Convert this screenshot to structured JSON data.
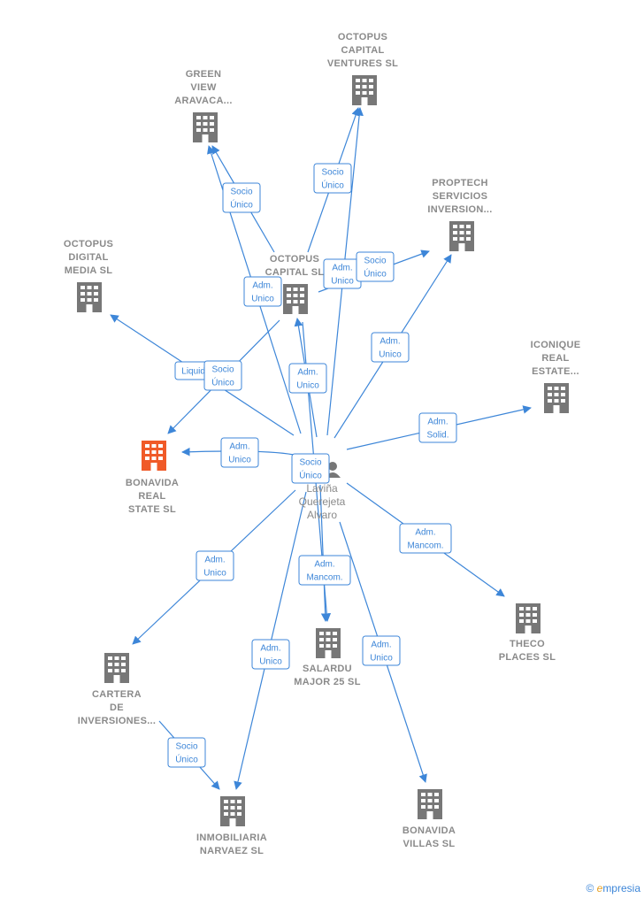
{
  "center": {
    "lines": [
      "Laviña",
      "Querejeta",
      "Alvaro"
    ]
  },
  "companies": [
    {
      "id": "green",
      "lines": [
        "GREEN",
        "VIEW",
        "ARAVACA..."
      ],
      "highlight": false
    },
    {
      "id": "octocap",
      "lines": [
        "OCTOPUS",
        "CAPITAL",
        "VENTURES  SL"
      ],
      "highlight": false
    },
    {
      "id": "proptech",
      "lines": [
        "PROPTECH",
        "SERVICIOS",
        "INVERSION..."
      ],
      "highlight": false
    },
    {
      "id": "octodig",
      "lines": [
        "OCTOPUS",
        "DIGITAL",
        "MEDIA  SL"
      ],
      "highlight": false
    },
    {
      "id": "octocapsl",
      "lines": [
        "OCTOPUS",
        "CAPITAL  SL"
      ],
      "highlight": false
    },
    {
      "id": "iconique",
      "lines": [
        "ICONIQUE",
        "REAL",
        "ESTATE..."
      ],
      "highlight": false
    },
    {
      "id": "bonavida",
      "lines": [
        "BONAVIDA",
        "REAL",
        "STATE  SL"
      ],
      "highlight": true
    },
    {
      "id": "theco",
      "lines": [
        "THECO",
        "PLACES  SL"
      ],
      "highlight": false
    },
    {
      "id": "salardu",
      "lines": [
        "SALARDU",
        "MAJOR 25  SL"
      ],
      "highlight": false
    },
    {
      "id": "cartera",
      "lines": [
        "CARTERA",
        "DE",
        "INVERSIONES..."
      ],
      "highlight": false
    },
    {
      "id": "inmob",
      "lines": [
        "INMOBILIARIA",
        "NARVAEZ  SL"
      ],
      "highlight": false
    },
    {
      "id": "bonvillas",
      "lines": [
        "BONAVIDA",
        "VILLAS  SL"
      ],
      "highlight": false
    }
  ],
  "edge_labels": [
    {
      "id": "l_green1",
      "lines": [
        "Socio",
        "Único"
      ]
    },
    {
      "id": "l_green2",
      "lines": [
        "Adm.",
        "Unico"
      ]
    },
    {
      "id": "l_octocap1",
      "lines": [
        "Socio",
        "Único"
      ]
    },
    {
      "id": "l_octocap2",
      "lines": [
        "Adm.",
        "Unico"
      ]
    },
    {
      "id": "l_proptech1",
      "lines": [
        "Socio",
        "Único"
      ]
    },
    {
      "id": "l_proptech2",
      "lines": [
        "Adm.",
        "Unico"
      ]
    },
    {
      "id": "l_octodig",
      "lines": [
        "Liquid."
      ]
    },
    {
      "id": "l_octocapsl1",
      "lines": [
        "Socio",
        "Único"
      ]
    },
    {
      "id": "l_octocapsl2",
      "lines": [
        "Adm.",
        "Unico"
      ]
    },
    {
      "id": "l_iconique",
      "lines": [
        "Adm.",
        "Solid."
      ]
    },
    {
      "id": "l_bonavida",
      "lines": [
        "Adm.",
        "Unico"
      ]
    },
    {
      "id": "l_center",
      "lines": [
        "Socio",
        "Único"
      ]
    },
    {
      "id": "l_theco",
      "lines": [
        "Adm.",
        "Mancom."
      ]
    },
    {
      "id": "l_salardu",
      "lines": [
        "Adm.",
        "Mancom."
      ]
    },
    {
      "id": "l_cartera",
      "lines": [
        "Adm.",
        "Unico"
      ]
    },
    {
      "id": "l_inmob1",
      "lines": [
        "Adm.",
        "Unico"
      ]
    },
    {
      "id": "l_inmob2",
      "lines": [
        "Socio",
        "Único"
      ]
    },
    {
      "id": "l_bonvillas",
      "lines": [
        "Adm.",
        "Unico"
      ]
    }
  ],
  "colors": {
    "edge": "#3d86d8",
    "building": "#777777",
    "highlight": "#f05a28",
    "label": "#8a8a8a"
  },
  "footer": {
    "copyright_symbol": "©",
    "brand_initial": "e",
    "brand_rest": "mpresia"
  }
}
